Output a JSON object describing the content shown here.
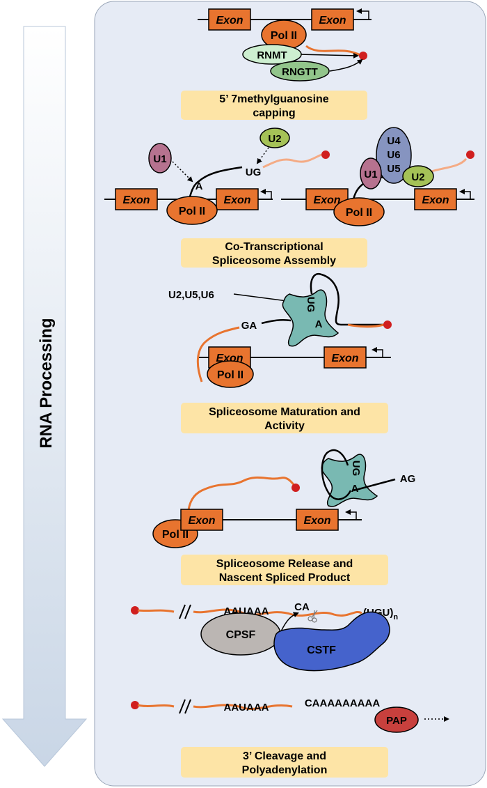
{
  "side_label": "RNA Processing",
  "colors": {
    "panel": "#e6ebf5",
    "caption_box": "#fde4a6",
    "exon_fill": "#e8742f",
    "rna_dark": "#e8742f",
    "rna_light": "#f4ab85",
    "cap_dot": "#d01f1f",
    "u1": "#b6728f",
    "u2": "#a5c257",
    "u456": "#8694c0",
    "rnmt": "#cdefd0",
    "rngtt": "#92c58b",
    "spliceosome": "#79b9b2",
    "cpsf": "#bbb6b3",
    "cstf": "#4563cc",
    "pap": "#c8403d"
  },
  "stages": [
    {
      "caption_lines": [
        "5’ 7methylguanosine",
        "capping"
      ],
      "exons": [
        "Exon",
        "Exon"
      ],
      "pol": "Pol II",
      "enzymes": [
        "RNMT",
        "RNGTT"
      ]
    },
    {
      "caption_lines": [
        "Co-Transcriptional",
        "Spliceosome Assembly"
      ],
      "left": {
        "u1": "U1",
        "u2": "U2",
        "branch_a": "A",
        "ug": "UG",
        "exons": [
          "Exon",
          "Exon"
        ],
        "pol": "Pol II"
      },
      "right": {
        "u1": "U1",
        "u456": [
          "U4",
          "U6",
          "U5"
        ],
        "u2": "U2",
        "exons": [
          "Exon",
          "Exon"
        ],
        "pol": "Pol II"
      }
    },
    {
      "caption_lines": [
        "Spliceosome Maturation and",
        "Activity"
      ],
      "complex_label": "U2,U5,U6",
      "ga": "GA",
      "ug": "UG",
      "branch_a": "A",
      "exons": [
        "Exon",
        "Exon"
      ],
      "pol": "Pol II"
    },
    {
      "caption_lines": [
        "Spliceosome Release and",
        "Nascent Spliced Product"
      ],
      "ug": "UG",
      "branch_a": "A",
      "ag": "AG",
      "exons": [
        "Exon",
        "Exon"
      ],
      "pol": "Pol II"
    },
    {
      "caption_lines": [
        "3’ Cleavage and",
        "Polyadenylation"
      ],
      "cleavage": {
        "signal": "AAUAAA",
        "site": "CA",
        "ugu": "(UGU)",
        "ugu_sub": "n",
        "cpsf": "CPSF",
        "cstf": "CSTF"
      },
      "polya": {
        "signal": "AAUAAA",
        "tail": "CAAAAAAAAA",
        "pap": "PAP"
      }
    }
  ]
}
